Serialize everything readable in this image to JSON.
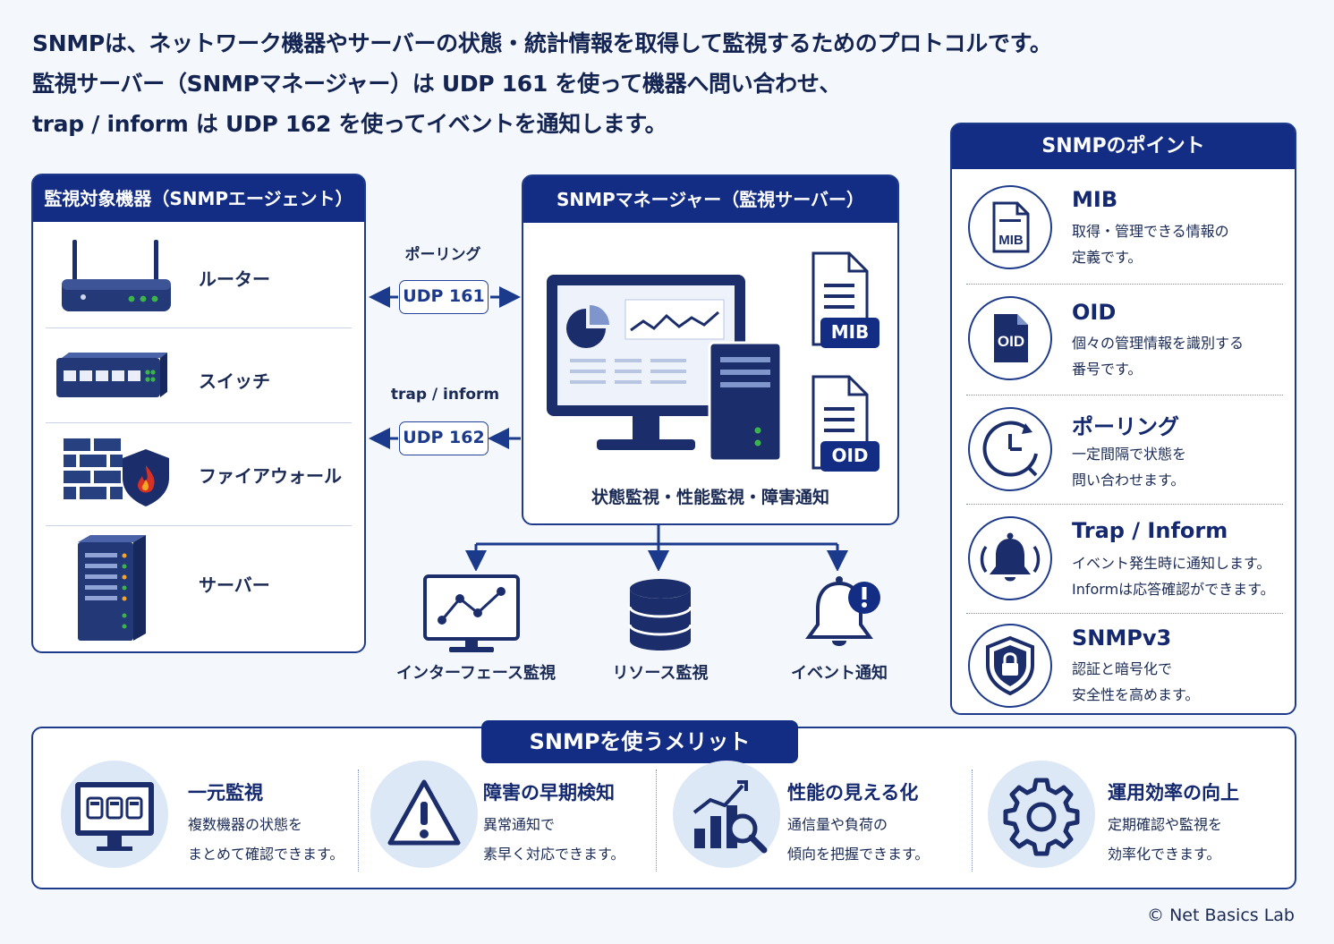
{
  "intro": [
    "SNMPは、ネットワーク機器やサーバーの状態・統計情報を取得して監視するためのプロトコルです。",
    "監視サーバー（SNMPマネージャー）は UDP 161 を使って機器へ問い合わせ、",
    "trap / inform は UDP 162 を使ってイベントを通知します。"
  ],
  "devices": {
    "title": "監視対象機器（SNMPエージェント）",
    "items": [
      {
        "label": "ルーター",
        "icon": "router-icon"
      },
      {
        "label": "スイッチ",
        "icon": "switch-icon"
      },
      {
        "label": "ファイアウォール",
        "icon": "firewall-icon"
      },
      {
        "label": "サーバー",
        "icon": "server-icon"
      }
    ]
  },
  "flows": {
    "polling_label": "ポーリング",
    "polling_port": "UDP 161",
    "trap_label": "trap / inform",
    "trap_port": "UDP 162"
  },
  "manager": {
    "title": "SNMPマネージャー（監視サーバー）",
    "mib_tag": "MIB",
    "oid_tag": "OID",
    "caption": "状態監視・性能監視・障害通知"
  },
  "outputs": [
    {
      "label": "インターフェース監視",
      "icon": "line-chart-monitor-icon"
    },
    {
      "label": "リソース監視",
      "icon": "database-icon"
    },
    {
      "label": "イベント通知",
      "icon": "bell-alert-icon"
    }
  ],
  "points": {
    "title": "SNMPのポイント",
    "items": [
      {
        "title": "MIB",
        "desc": [
          "取得・管理できる情報の",
          "定義です。"
        ],
        "icon": "mib-file-icon",
        "icon_text": "MIB"
      },
      {
        "title": "OID",
        "desc": [
          "個々の管理情報を識別する",
          "番号です。"
        ],
        "icon": "oid-file-icon",
        "icon_text": "OID"
      },
      {
        "title": "ポーリング",
        "desc": [
          "一定間隔で状態を",
          "問い合わせます。"
        ],
        "icon": "clock-icon"
      },
      {
        "title": "Trap / Inform",
        "desc": [
          "イベント発生時に通知します。",
          "Informは応答確認ができます。"
        ],
        "icon": "ringing-bell-icon"
      },
      {
        "title": "SNMPv3",
        "desc": [
          "認証と暗号化で",
          "安全性を高めます。"
        ],
        "icon": "shield-lock-icon"
      }
    ]
  },
  "merits": {
    "title": "SNMPを使うメリット",
    "items": [
      {
        "title": "一元監視",
        "desc": [
          "複数機器の状態を",
          "まとめて確認できます。"
        ],
        "icon": "monitor-devices-icon"
      },
      {
        "title": "障害の早期検知",
        "desc": [
          "異常通知で",
          "素早く対応できます。"
        ],
        "icon": "warning-icon"
      },
      {
        "title": "性能の見える化",
        "desc": [
          "通信量や負荷の",
          "傾向を把握できます。"
        ],
        "icon": "chart-magnifier-icon"
      },
      {
        "title": "運用効率の向上",
        "desc": [
          "定期確認や監視を",
          "効率化できます。"
        ],
        "icon": "gear-icon"
      }
    ]
  },
  "copyright": "© Net Basics Lab",
  "colors": {
    "navy": "#132c84",
    "accent_red": "#d93025",
    "led_green": "#3bb54a"
  }
}
